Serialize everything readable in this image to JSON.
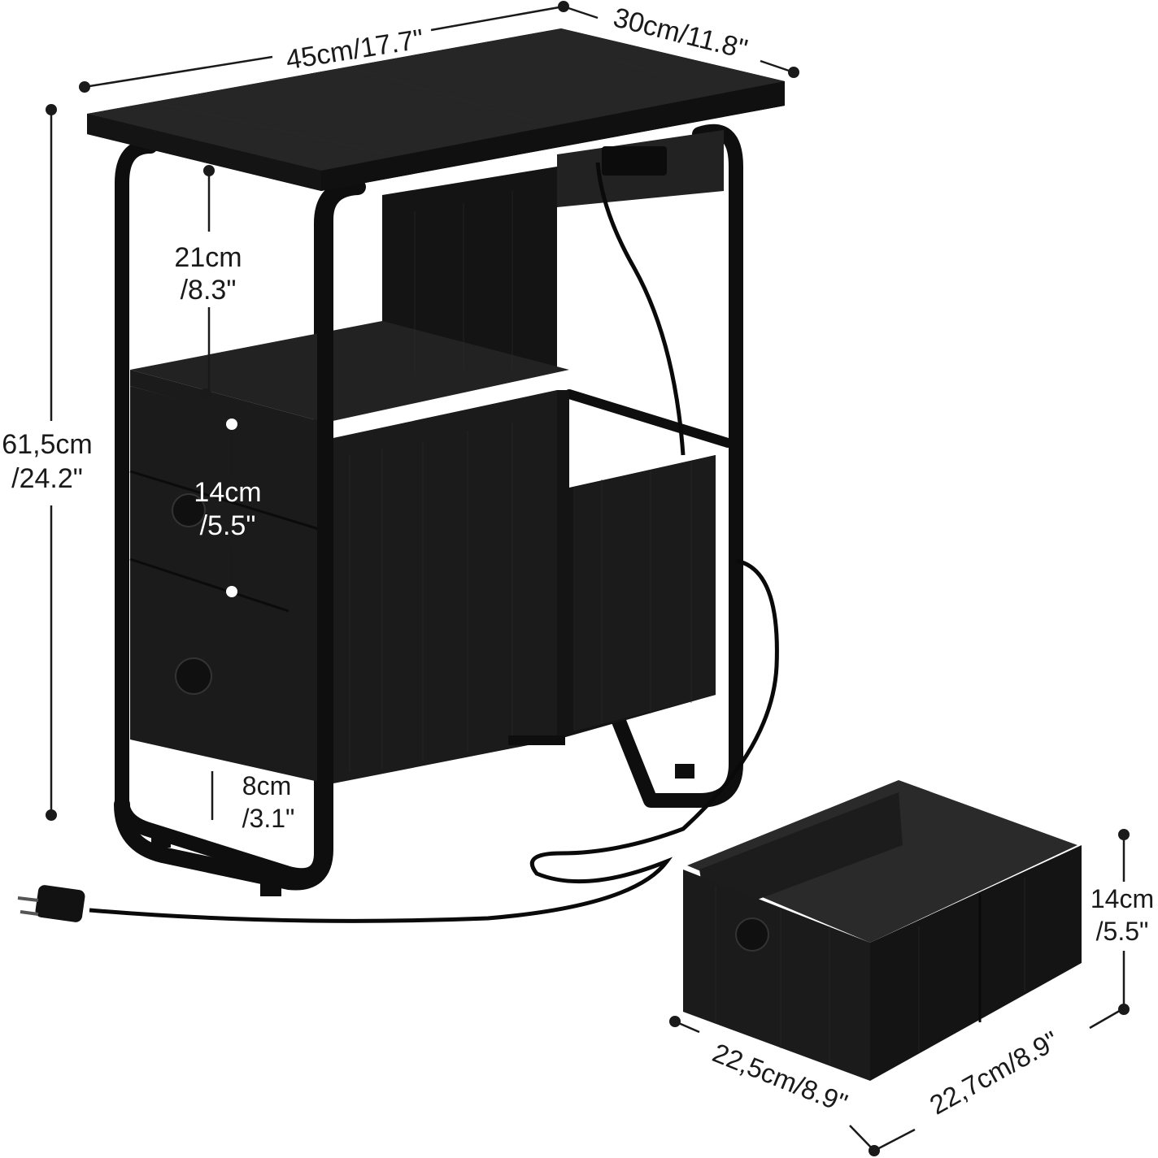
{
  "colors": {
    "background": "#ffffff",
    "product": "#1b1b1b",
    "dimension_lines": "#1a1a1a"
  },
  "dimensions": {
    "width": "45cm/17.7\"",
    "depth": "30cm/11.8\"",
    "height_cm": "61,5cm",
    "height_in": "/24.2\"",
    "open_shelf_cm": "21cm",
    "open_shelf_in": "/8.3\"",
    "drawer_height_cm": "14cm",
    "drawer_height_in": "/5.5\"",
    "bottom_clearance_cm": "8cm",
    "bottom_clearance_in": "/3.1\"",
    "loose_drawer_height_cm": "14cm",
    "loose_drawer_height_in": "/5.5\"",
    "loose_drawer_width": "22,5cm/8.9\"",
    "loose_drawer_depth": "22,7cm/8.9\""
  }
}
